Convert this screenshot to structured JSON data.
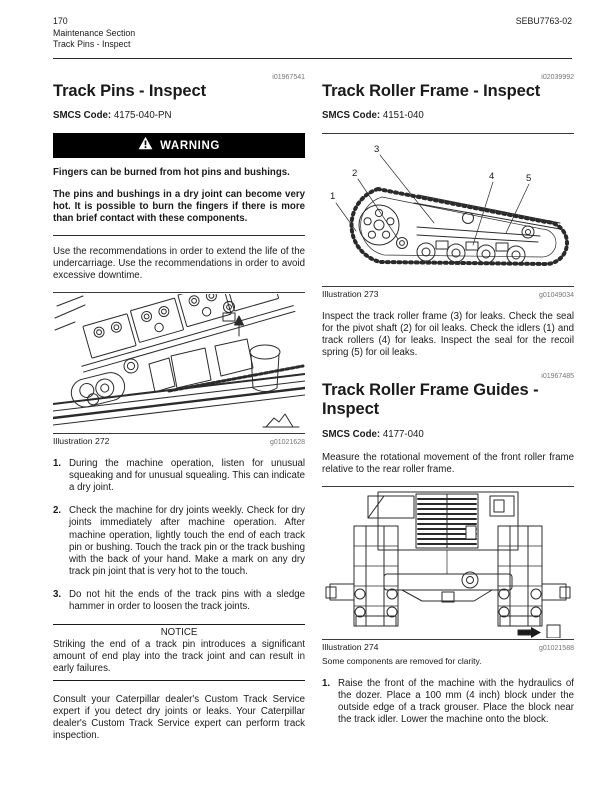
{
  "header": {
    "page_number": "170",
    "section": "Maintenance Section",
    "subsection": "Track Pins - Inspect",
    "doc_code": "SEBU7763-02"
  },
  "left": {
    "article_id": "i01967541",
    "title": "Track Pins - Inspect",
    "smcs_label": "SMCS Code:",
    "smcs_value": "4175-040-PN",
    "warning": {
      "label": "WARNING",
      "para1": "Fingers can be burned from hot pins and bushings.",
      "para2": "The pins and bushings in a dry joint can become very hot. It is possible to burn the fingers if there is more than brief contact with these components."
    },
    "intro": "Use the recommendations in order to extend the life of the undercarriage. Use the recommendations in order to avoid excessive downtime.",
    "illustration": {
      "label": "Illustration 272",
      "code": "g01021628"
    },
    "steps": [
      {
        "num": "1.",
        "text": "During the machine operation, listen for unusual squeaking and for unusual squealing. This can indicate a dry joint."
      },
      {
        "num": "2.",
        "text": "Check the machine for dry joints weekly. Check for dry joints immediately after machine operation. After machine operation, lightly touch the end of each track pin or bushing. Touch the track pin or the track bushing with the back of your hand. Make a mark on any dry track pin joint that is very hot to the touch."
      },
      {
        "num": "3.",
        "text": "Do not hit the ends of the track pins with a sledge hammer in order to loosen the track joints."
      }
    ],
    "notice": {
      "label": "NOTICE",
      "text": "Striking the end of a track pin introduces a significant amount of end play into the track joint and can result in early failures."
    },
    "closing": "Consult your Caterpillar dealer's Custom Track Service expert if you detect dry joints or leaks. Your Caterpillar dealer's Custom Track Service expert can perform track inspection."
  },
  "right": {
    "frame": {
      "article_id": "i02039992",
      "title": "Track Roller Frame - Inspect",
      "smcs_label": "SMCS Code:",
      "smcs_value": "4151-040",
      "illustration": {
        "label": "Illustration 273",
        "code": "g01049034",
        "callouts": [
          "1",
          "2",
          "3",
          "4",
          "5"
        ]
      },
      "body": "Inspect the track roller frame (3) for leaks. Check the seal for the pivot shaft (2) for oil leaks. Check the idlers (1) and track rollers (4) for leaks. Inspect the seal for the recoil spring (5) for oil leaks."
    },
    "guides": {
      "article_id": "i01967485",
      "title": "Track Roller Frame Guides - Inspect",
      "smcs_label": "SMCS Code:",
      "smcs_value": "4177-040",
      "intro": "Measure the rotational movement of the front roller frame relative to the rear roller frame.",
      "illustration": {
        "label": "Illustration 274",
        "code": "g01021588",
        "note": "Some components are removed for clarity."
      },
      "steps": [
        {
          "num": "1.",
          "text": "Raise the front of the machine with the hydraulics of the dozer. Place a 100 mm (4 inch) block under the outside edge of a track grouser. Place the block near the track idler. Lower the machine onto the block."
        }
      ]
    }
  }
}
